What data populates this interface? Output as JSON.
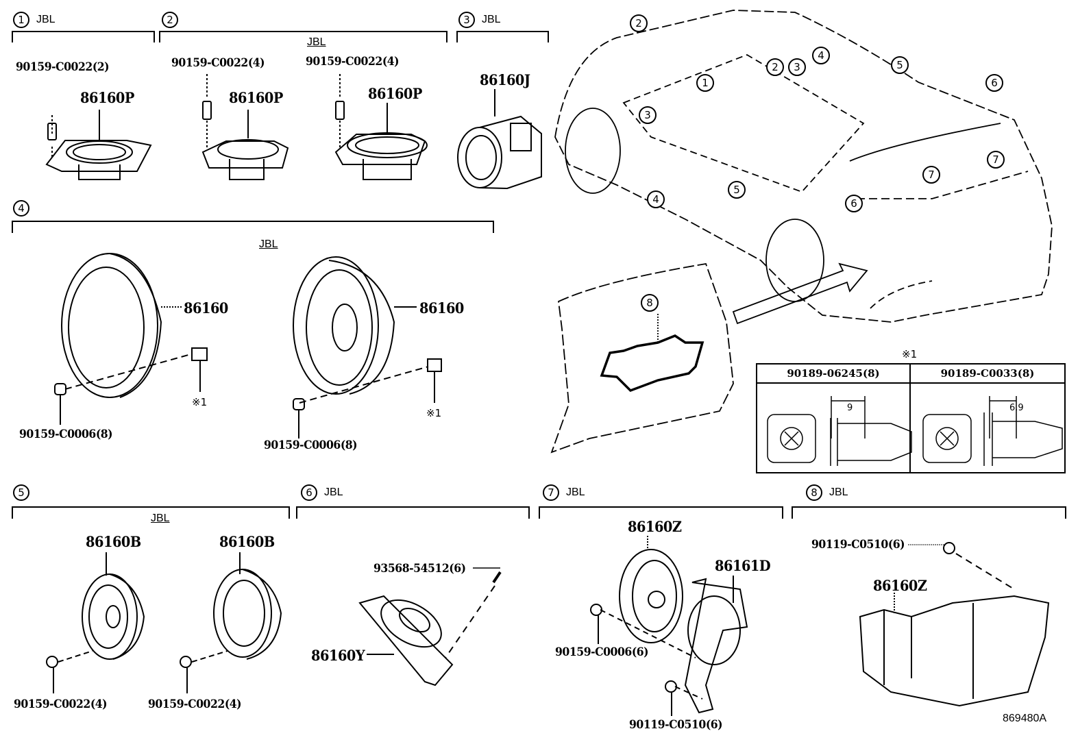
{
  "diagram": {
    "reference_code": "869480A",
    "brand_label": "JBL",
    "footnote_marker": "※1",
    "sections": [
      {
        "number": "1",
        "brand": "JBL",
        "parts": [
          "86160P"
        ],
        "fasteners": [
          "90159-C0022(2)"
        ]
      },
      {
        "number": "2",
        "brand": "",
        "sub_brand": "JBL",
        "parts": [
          "86160P",
          "86160P"
        ],
        "fasteners": [
          "90159-C0022(4)",
          "90159-C0022(4)"
        ]
      },
      {
        "number": "3",
        "brand": "JBL",
        "parts": [
          "86160J"
        ],
        "fasteners": []
      },
      {
        "number": "4",
        "brand": "",
        "sub_brand": "JBL",
        "parts": [
          "86160",
          "86160"
        ],
        "fasteners": [
          "90159-C0006(8)",
          "90159-C0006(8)"
        ],
        "notes": [
          "※1",
          "※1"
        ]
      },
      {
        "number": "5",
        "brand": "",
        "sub_brand": "JBL",
        "parts": [
          "86160B",
          "86160B"
        ],
        "fasteners": [
          "90159-C0022(4)",
          "90159-C0022(4)"
        ]
      },
      {
        "number": "6",
        "brand": "JBL",
        "parts": [
          "86160Y"
        ],
        "fasteners": [
          "93568-54512(6)"
        ]
      },
      {
        "number": "7",
        "brand": "JBL",
        "parts": [
          "86160Z",
          "86161D"
        ],
        "fasteners": [
          "90159-C0006(6)",
          "90119-C0510(6)"
        ]
      },
      {
        "number": "8",
        "brand": "JBL",
        "parts": [
          "86160Z"
        ],
        "fasteners": [
          "90119-C0510(6)"
        ]
      }
    ],
    "clip_table": {
      "title": "※1",
      "columns": [
        {
          "part": "90189-06245(8)",
          "dimension": "9"
        },
        {
          "part": "90189-C0033(8)",
          "dimension": "6.9"
        }
      ]
    },
    "vehicle_callouts": [
      "2",
      "2",
      "3",
      "3",
      "1",
      "4",
      "4",
      "5",
      "5",
      "6",
      "6",
      "7",
      "7",
      "8"
    ]
  }
}
